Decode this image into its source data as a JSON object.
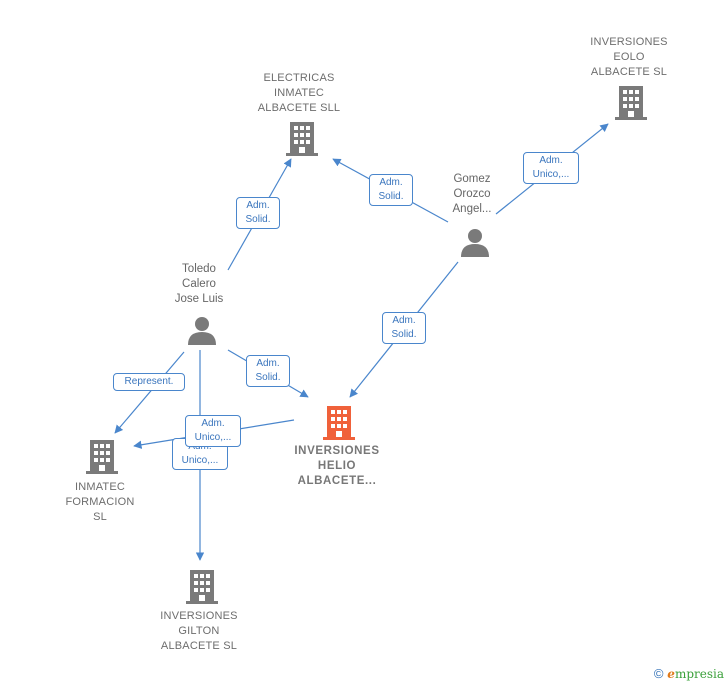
{
  "colors": {
    "edge": "#4a86cc",
    "building": "#7a7a7a",
    "building_main": "#f0613a",
    "person": "#7a7a7a"
  },
  "nodes": {
    "electricas": {
      "label": "ELECTRICAS\nINMATEC\nALBACETE SLL",
      "icon": "building-icon"
    },
    "eolo": {
      "label": "INVERSIONES\nEOLO\nALBACETE  SL",
      "icon": "building-icon"
    },
    "gomez": {
      "label": "Gomez\nOrozco\nAngel...",
      "icon": "person-icon"
    },
    "toledo": {
      "label": "Toledo\nCalero\nJose Luis",
      "icon": "person-icon"
    },
    "helio": {
      "label": "INVERSIONES\nHELIO\nALBACETE...",
      "icon": "building-icon"
    },
    "inmatec_formacion": {
      "label": "INMATEC\nFORMACION\nSL",
      "icon": "building-icon"
    },
    "gilton": {
      "label": "INVERSIONES\nGILTON\nALBACETE  SL",
      "icon": "building-icon"
    }
  },
  "edges": {
    "toledo_electricas": "Adm.\nSolid.",
    "gomez_electricas": "Adm.\nSolid.",
    "gomez_eolo": "Adm.\nUnico,...",
    "gomez_helio": "Adm.\nSolid.",
    "toledo_helio": "Adm.\nSolid.",
    "toledo_inmatec": "Represent.",
    "helio_inmatec": "Adm.\nUnico,...",
    "toledo_gilton": "Adm.\nUnico,..."
  },
  "footer": {
    "copyright_symbol": "©",
    "brand_initial": "e",
    "brand_rest": "mpresia"
  }
}
